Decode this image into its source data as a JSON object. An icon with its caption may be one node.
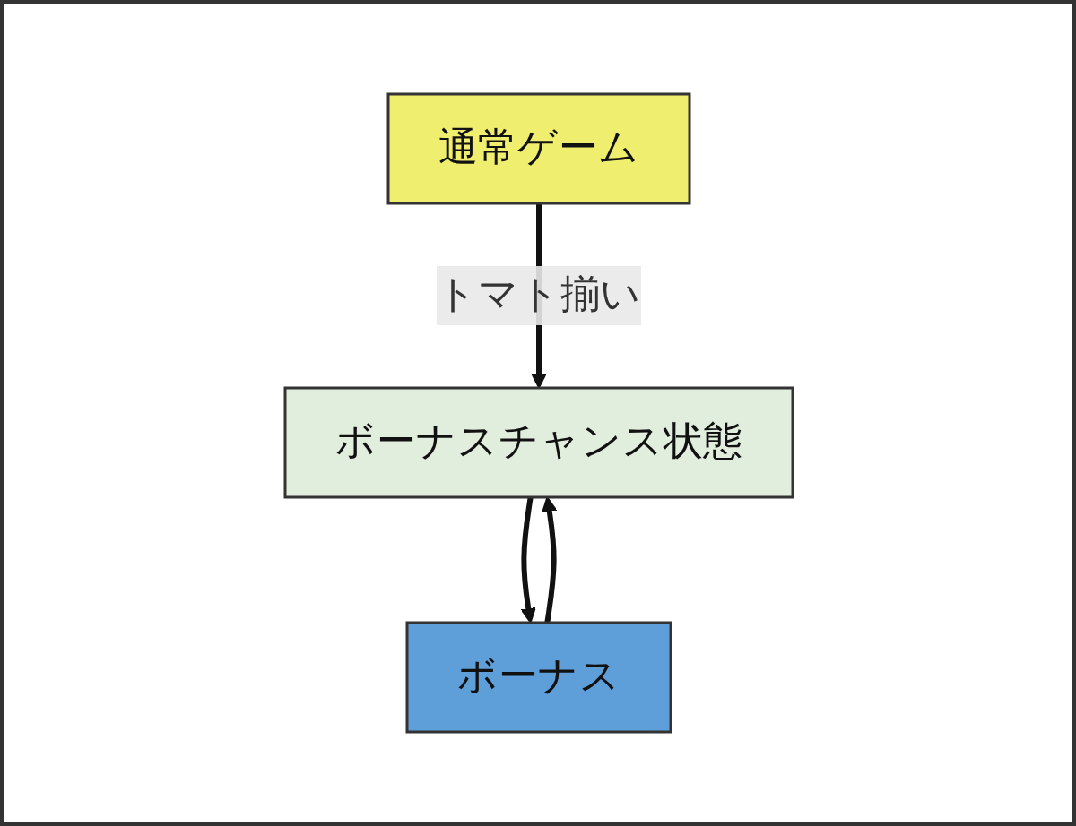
{
  "diagram": {
    "nodes": [
      {
        "text": [
          "通常ゲーム"
        ]
      },
      {
        "text": [
          "ボーナスチャンス状態"
        ]
      },
      {
        "text": [
          "ボーナス"
        ]
      }
    ],
    "edges": [
      {
        "from": 0,
        "to": 1,
        "arrow": "to",
        "label": "トマト揃い"
      },
      {
        "from": 1,
        "to": 2,
        "arrow": "to"
      },
      {
        "from": 2,
        "to": 1,
        "arrow": "to"
      }
    ]
  }
}
